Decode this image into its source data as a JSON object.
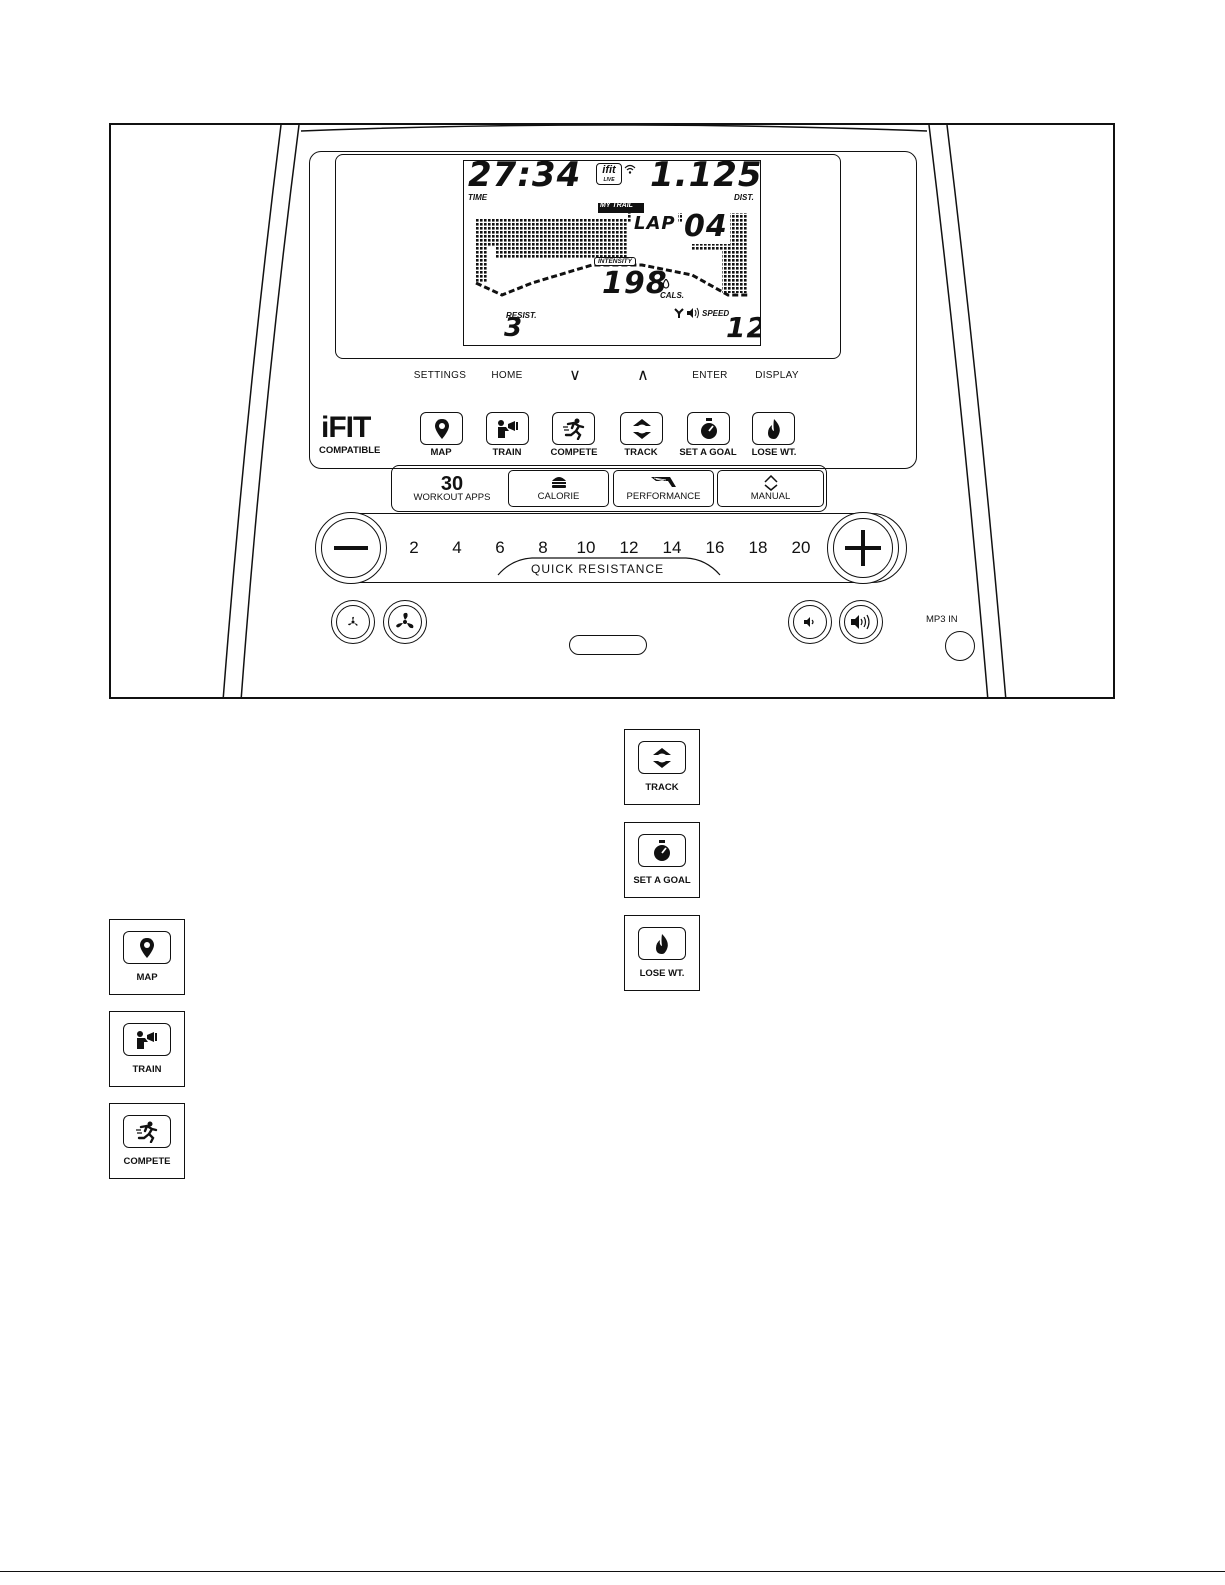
{
  "display": {
    "time": "27:34",
    "time_label": "TIME",
    "distance": "1.125",
    "distance_label": "DIST.",
    "ifit_badge": "ifit",
    "ifit_badge_sub": "LIVE",
    "my_trail_label": "MY TRAIL",
    "lap_text": "LAP",
    "lap_number": "04",
    "intensity_label": "INTENSITY",
    "calories": "198",
    "calories_label": "CALS.",
    "resistance_label": "RESIST.",
    "resistance": "3",
    "speed_label": "SPEED",
    "speed": "12"
  },
  "soft_keys": [
    "SETTINGS",
    "HOME",
    "ENTER",
    "DISPLAY"
  ],
  "arrow_keys": {
    "down": "∨",
    "up": "∧"
  },
  "ifit": {
    "logo": "iFIT",
    "compatible": "COMPATIBLE"
  },
  "app_buttons": [
    {
      "label": "MAP",
      "icon": "map-pin-icon"
    },
    {
      "label": "TRAIN",
      "icon": "trainer-megaphone-icon"
    },
    {
      "label": "COMPETE",
      "icon": "runner-icon"
    },
    {
      "label": "TRACK",
      "icon": "track-arrows-icon"
    },
    {
      "label": "SET A GOAL",
      "icon": "stopwatch-icon"
    },
    {
      "label": "LOSE WT.",
      "icon": "flame-icon"
    }
  ],
  "workout": {
    "count": "30",
    "apps_label": "WORKOUT APPS",
    "buttons": [
      "CALORIE",
      "PERFORMANCE",
      "MANUAL"
    ]
  },
  "quick_resistance": {
    "title": "QUICK RESISTANCE",
    "minus": "−",
    "plus": "+",
    "levels": [
      "2",
      "4",
      "6",
      "8",
      "10",
      "12",
      "14",
      "16",
      "18",
      "20"
    ]
  },
  "mp3_label": "MP3 IN",
  "callouts": [
    "MAP",
    "TRAIN",
    "COMPETE",
    "TRACK",
    "SET A GOAL",
    "LOSE WT."
  ]
}
